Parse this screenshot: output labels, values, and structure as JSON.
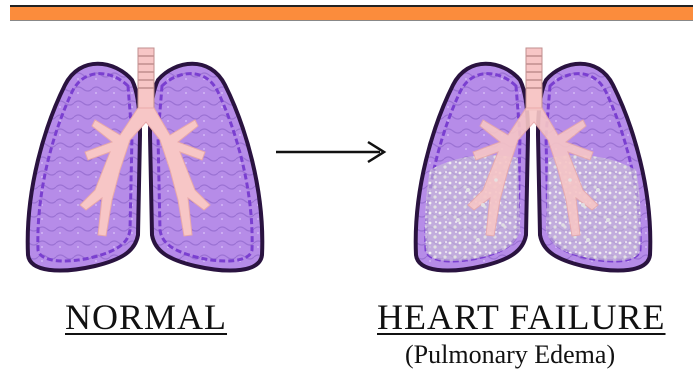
{
  "colors": {
    "banner": "#fb8c3c",
    "lung_fill": "#b68ce8",
    "lung_outline": "#2a1340",
    "lung_rim": "#7a3fd0",
    "airway": "#f7c6c6",
    "fluid": "#dcdcdc"
  },
  "icons": {
    "normal": "lungs-icon",
    "failure": "lungs-with-fluid-icon",
    "arrow": "right-arrow-icon"
  },
  "labels": {
    "normal": "NORMAL",
    "failure": "HEART FAILURE",
    "failure_detail": "(Pulmonary Edema)"
  }
}
